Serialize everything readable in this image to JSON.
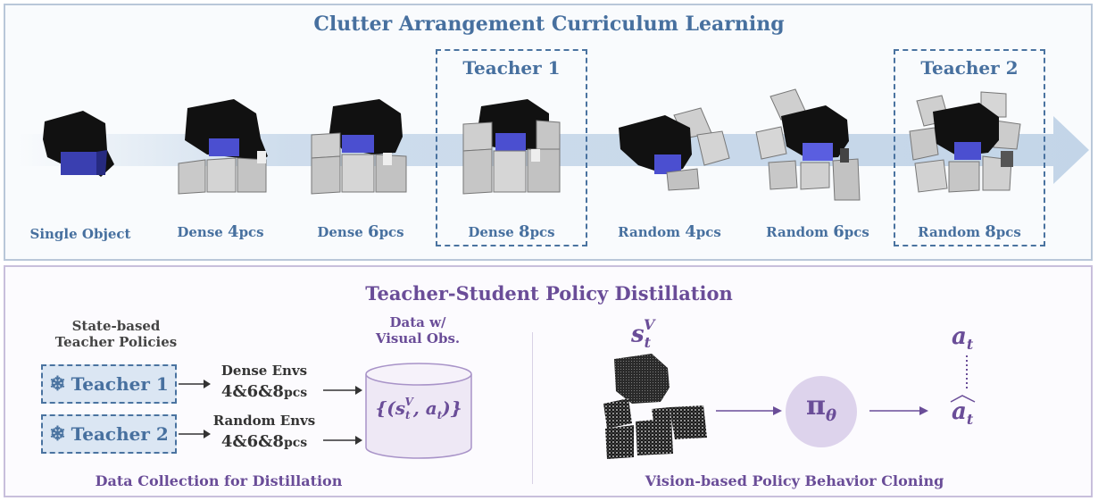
{
  "curriculum": {
    "title": "Clutter Arrangement Curriculum Learning",
    "teachers": [
      {
        "label": "Teacher 1"
      },
      {
        "label": "Teacher 2"
      }
    ],
    "stages": [
      {
        "pre": "Single Object",
        "num": "",
        "post": ""
      },
      {
        "pre": "Dense ",
        "num": "4",
        "post": "pcs"
      },
      {
        "pre": "Dense ",
        "num": "6",
        "post": "pcs"
      },
      {
        "pre": "Dense ",
        "num": "8",
        "post": "pcs"
      },
      {
        "pre": "Random ",
        "num": "4",
        "post": "pcs"
      },
      {
        "pre": "Random ",
        "num": "6",
        "post": "pcs"
      },
      {
        "pre": "Random ",
        "num": "8",
        "post": "pcs"
      }
    ]
  },
  "distillation": {
    "title": "Teacher-Student Policy Distillation",
    "state_based_label_1": "State-based",
    "state_based_label_2": "Teacher Policies",
    "teacher_1": "Teacher 1",
    "teacher_2": "Teacher 2",
    "dense_envs": "Dense Envs",
    "dense_counts": "4&6&8",
    "random_envs": "Random Envs",
    "random_counts": "4&6&8",
    "counts_unit": "pcs",
    "data_label_1": "Data w/",
    "data_label_2": "Visual Obs.",
    "dataset_formula": "{(s_t^V, a_t)}",
    "left_caption": "Data Collection for Distillation",
    "right_caption": "Vision-based Policy Behavior Cloning",
    "obs_symbol": "s_t^V",
    "policy_symbol": "π_θ",
    "action_symbol": "a_t",
    "pred_action_symbol": "â_t"
  },
  "colors": {
    "blue_accent": "#47709f",
    "purple_accent": "#6a4d98",
    "arrow_blue": "#c3d5e8",
    "policy_circle": "#ddd3ec"
  }
}
